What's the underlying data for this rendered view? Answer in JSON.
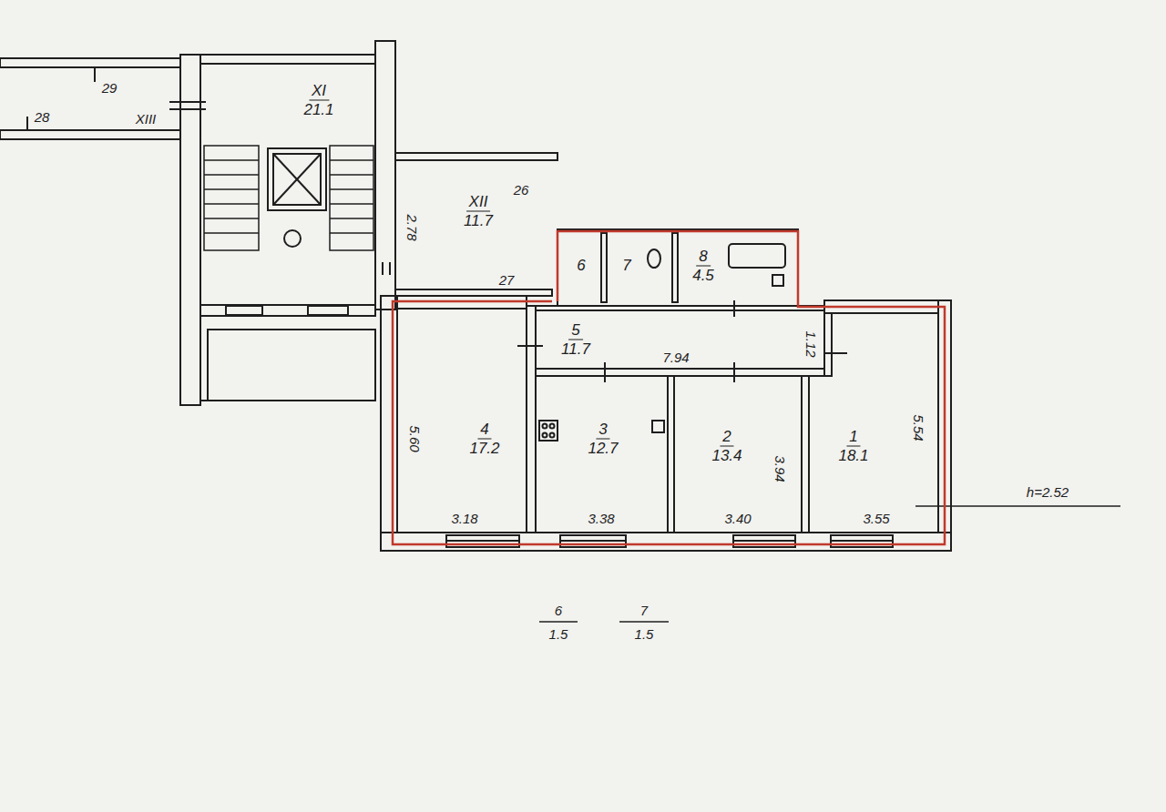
{
  "diagram": {
    "nodes": [
      {
        "text": [
          "XI",
          "21.1"
        ]
      },
      {
        "text": [
          "XII",
          "11.7"
        ]
      },
      {
        "text": [
          "6"
        ]
      },
      {
        "text": [
          "7"
        ]
      },
      {
        "text": [
          "8",
          "4.5"
        ]
      },
      {
        "text": [
          "5",
          "11.7"
        ]
      },
      {
        "text": [
          "4",
          "17.2"
        ]
      },
      {
        "text": [
          "3",
          "12.7"
        ]
      },
      {
        "text": [
          "2",
          "13.4"
        ]
      },
      {
        "text": [
          "1",
          "18.1"
        ]
      }
    ],
    "labels": [
      "29",
      "28",
      "XIII",
      "2.78",
      "26",
      "27",
      "7.94",
      "1.12",
      "5.60",
      "3.18",
      "3.38",
      "3.94",
      "3.40",
      "5.54",
      "3.55",
      "h=2.52",
      "6",
      "1.5",
      "7",
      "1.5"
    ]
  }
}
